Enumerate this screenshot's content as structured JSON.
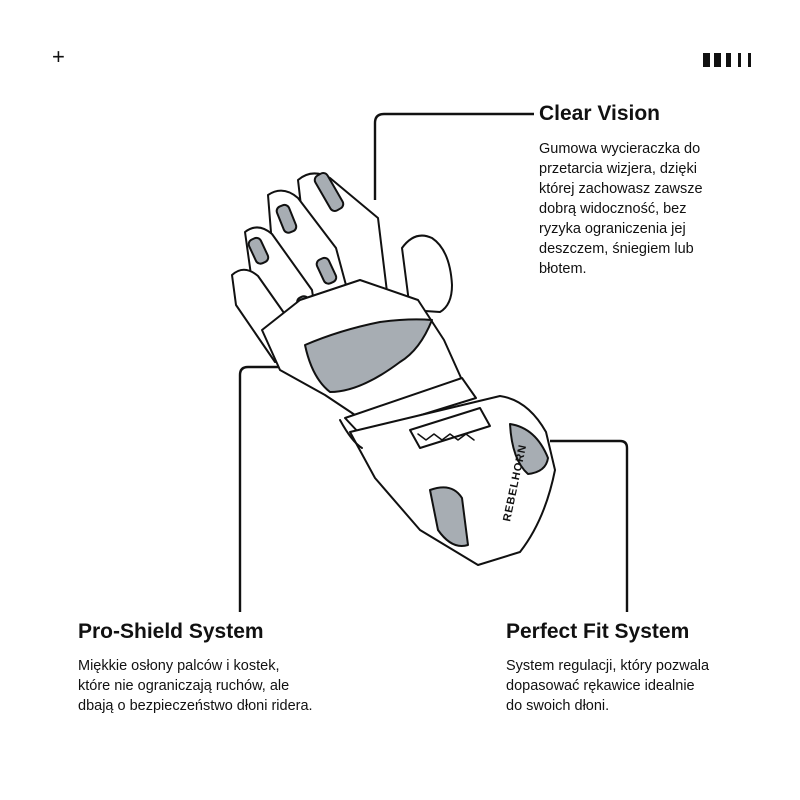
{
  "decor": {
    "plus_icon": "+",
    "page_indicator": "page-indicator-icon"
  },
  "product": {
    "brand_text": "REBELHORN"
  },
  "features": {
    "clear_vision": {
      "title": "Clear Vision",
      "lines": [
        "Gumowa wycieraczka do",
        "przetarcia wizjera, dzięki",
        "której zachowasz zawsze",
        "dobrą widoczność, bez",
        "ryzyka ograniczenia jej",
        "deszczem, śniegiem lub",
        "błotem."
      ]
    },
    "pro_shield": {
      "title": "Pro-Shield System",
      "lines": [
        "Miękkie osłony palców i kostek,",
        "które nie ograniczają ruchów, ale",
        "dbają o bezpieczeństwo dłoni ridera."
      ]
    },
    "perfect_fit": {
      "title": "Perfect Fit System",
      "lines": [
        "System regulacji, który pozwala",
        "dopasować rękawice idealnie",
        "do swoich dłoni."
      ]
    }
  },
  "colors": {
    "line": "#111111",
    "glove_fill": "#ffffff",
    "glove_gray": "#a7adb3"
  }
}
